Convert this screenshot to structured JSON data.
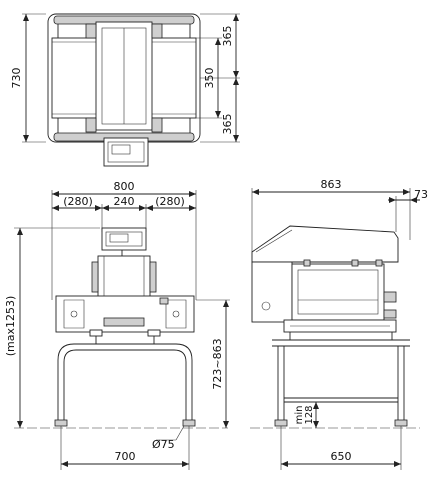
{
  "top_view": {
    "overall_length": "730",
    "segment_upper": "365",
    "segment_lower": "365",
    "belt_width": "350"
  },
  "front_view": {
    "overall_width": "800",
    "left_offset": "(280)",
    "head_width": "240",
    "right_offset": "(280)",
    "max_height": "(max1253)",
    "belt_height": "723~863",
    "foot_span": "700",
    "foot_diameter": "Ø75"
  },
  "side_view": {
    "overall_depth": "863",
    "top_offset": "73",
    "foot_clearance_label": "min",
    "foot_clearance": "128",
    "frame_depth": "650"
  }
}
